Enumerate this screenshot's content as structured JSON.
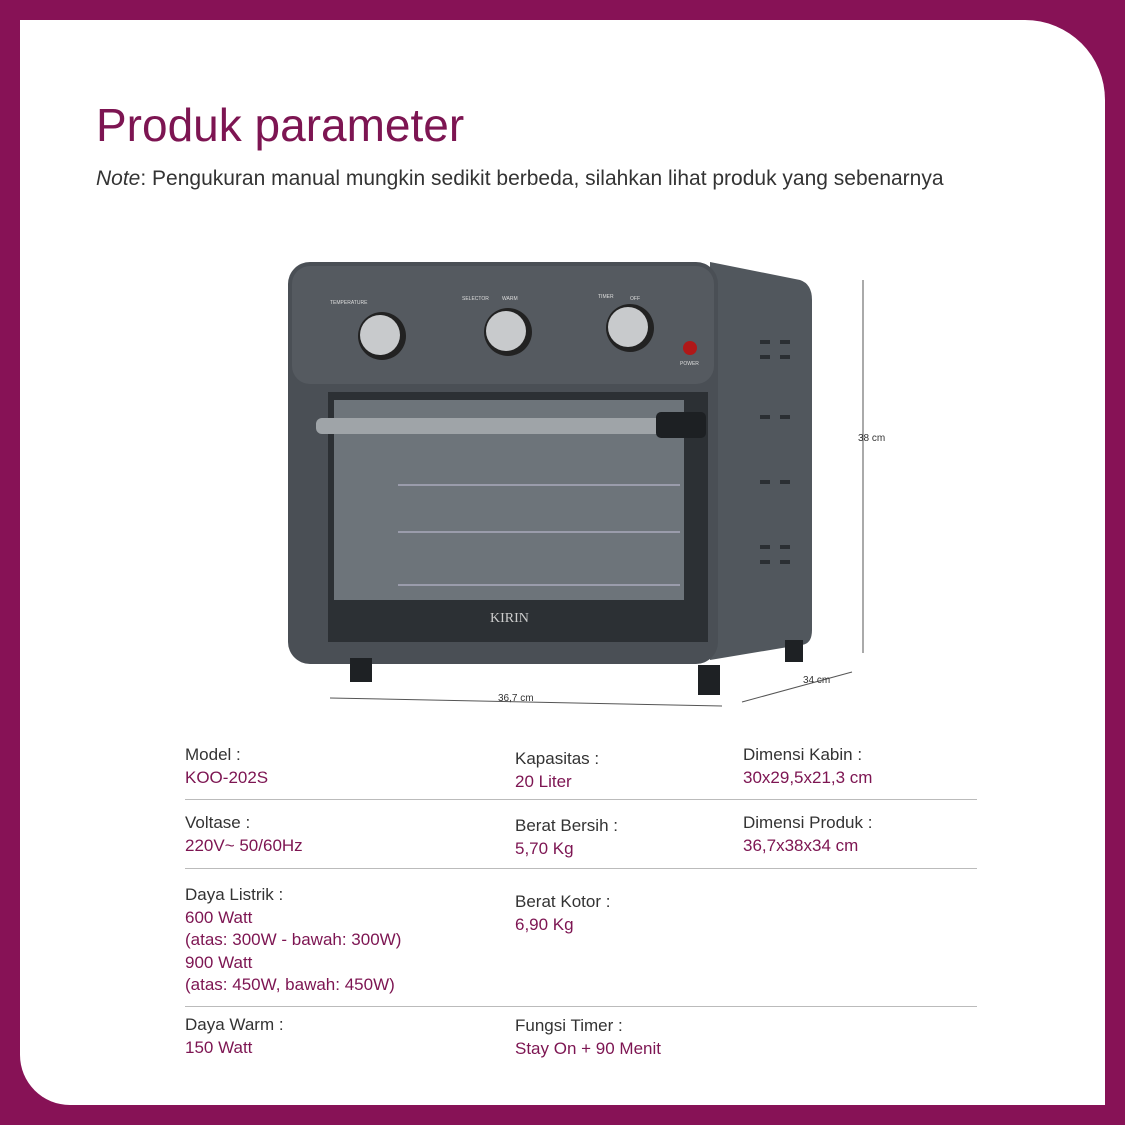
{
  "header": {
    "title": "Produk parameter",
    "note_label": "Note",
    "note_text": ": Pengukuran manual mungkin sedikit berbeda, silahkan lihat produk yang sebenarnya"
  },
  "oven": {
    "brand": "KIRIN",
    "temp_label": "TEMPERATURE",
    "selector_label": "SELECTOR",
    "warm_label": "WARM",
    "timer_label": "TIMER",
    "off_label": "OFF",
    "power_label": "POWER"
  },
  "dimensions": {
    "height": "38 cm",
    "width": "36,7 cm",
    "depth": "34 cm"
  },
  "specs": [
    {
      "label": "Model :",
      "value": "KOO-202S"
    },
    {
      "label": "Kapasitas :",
      "value": "20 Liter"
    },
    {
      "label": "Dimensi Kabin :",
      "value": "30x29,5x21,3 cm"
    },
    {
      "label": "Voltase :",
      "value": "220V~ 50/60Hz"
    },
    {
      "label": "Berat Bersih :",
      "value": "5,70 Kg"
    },
    {
      "label": "Dimensi Produk :",
      "value": "36,7x38x34 cm"
    },
    {
      "label": "Daya Listrik :",
      "value": "600 Watt",
      "value2": "(atas: 300W - bawah: 300W)",
      "value3": "900 Watt",
      "value4": "(atas: 450W, bawah: 450W)"
    },
    {
      "label": "Berat Kotor :",
      "value": "6,90 Kg"
    },
    {
      "label": "Daya Warm :",
      "value": "150 Watt"
    },
    {
      "label": "Fungsi Timer :",
      "value": "Stay On + 90 Menit"
    }
  ],
  "colors": {
    "brand": "#871256",
    "value": "#7d1552",
    "body": "#4a4f55"
  }
}
